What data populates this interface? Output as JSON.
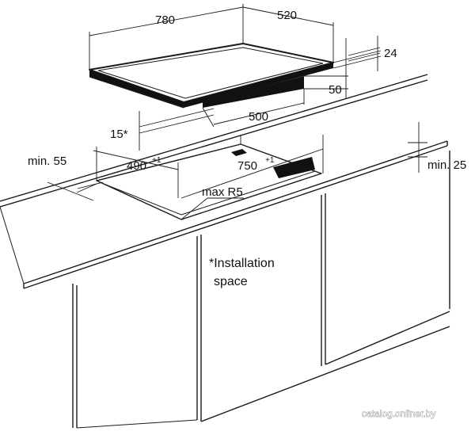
{
  "dimensions": {
    "hob_width": "780",
    "hob_depth": "520",
    "hob_height": "24",
    "box_height": "50",
    "box_width": "500",
    "installation_space_mark": "15*",
    "cutout_depth": "490",
    "cutout_depth_tol": "+1",
    "cutout_width": "750",
    "cutout_width_tol": "+1",
    "min_front_edge": "min. 55",
    "min_worktop": "min. 25",
    "corner_radius": "max R5"
  },
  "note": {
    "line1": "*Installation",
    "line2": "space"
  },
  "watermark": "catalog.onliner.by",
  "colors": {
    "line": "#1a1a1a",
    "background": "#ffffff"
  }
}
